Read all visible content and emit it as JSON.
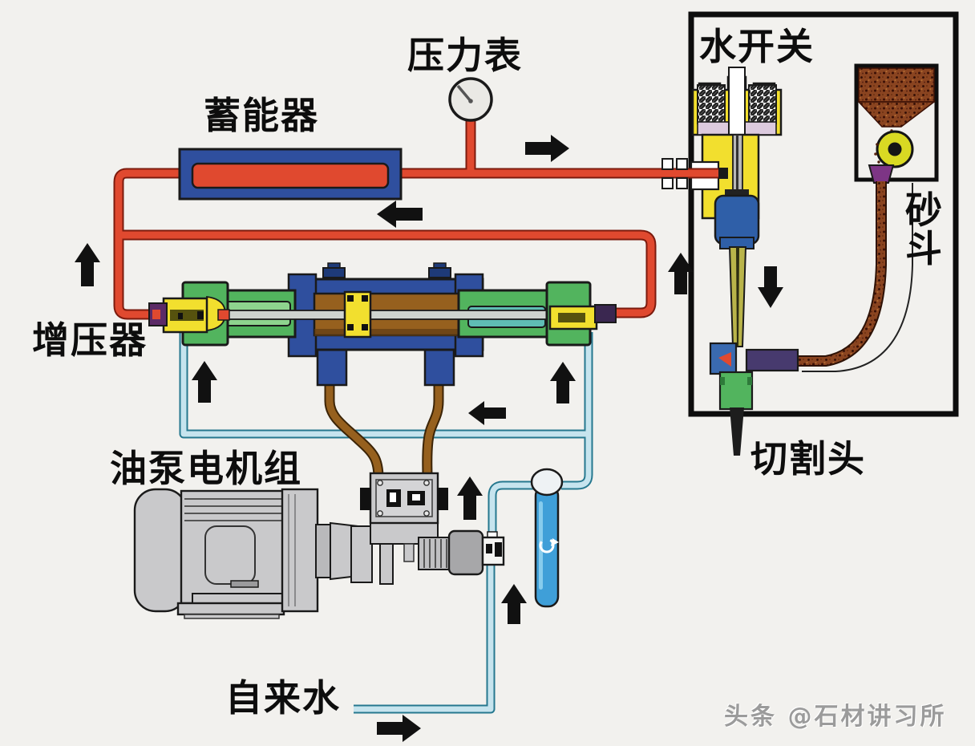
{
  "labels": {
    "pressure_gauge": "压力表",
    "accumulator": "蓄能器",
    "water_switch": "水开关",
    "sand_hopper": "砂斗",
    "intensifier": "增压器",
    "pump_motor": "油泵电机组",
    "cutting_head": "切割头",
    "tap_water": "自来水"
  },
  "watermark": "头条 @石材讲习所",
  "colors": {
    "background": "#f2f1ee",
    "outline": "#1a1a1a",
    "arrow_black": "#111111",
    "pipe_red": "#e0492f",
    "pipe_red_dark": "#7c1b0e",
    "water_blue_light": "#c6e4ee",
    "water_blue_dark": "#26788f",
    "filter_blue": "#3f9fd8",
    "oil_brown": "#96601e",
    "oil_brown_dark": "#3c2406",
    "accumulator_blue": "#2f4f9e",
    "cylinder_green": "#52b45e",
    "chamber_green_light": "#8ed48e",
    "chamber_teal": "#5fbdb5",
    "piston_yellow": "#f2df2e",
    "metal_gray": "#c9c9cb",
    "nut_blue": "#2f5fa8",
    "tube_olive": "#b9b44a",
    "collet_purple": "#7d3585",
    "sand_copper": "#8a4420",
    "spring_lavender": "#dccade",
    "watermark_gray": "#9b9b9b"
  }
}
